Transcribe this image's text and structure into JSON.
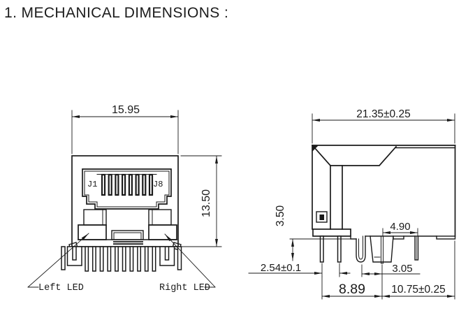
{
  "title": "1. MECHANICAL DIMENSIONS :",
  "front_view": {
    "width_dim": "15.95",
    "height_dim": "13.50",
    "pin1_label": "J1",
    "pin8_label": "J8",
    "left_led_label": "Left LED",
    "right_led_label": "Right LED"
  },
  "side_view": {
    "overall_depth_dim": "21.35±0.25",
    "standoff_dim": "3.50",
    "peg_width_dim": "4.90",
    "pin_pitch_dim": "2.54±0.1",
    "peg_offset_dim": "3.05",
    "row_span_dim": "8.89",
    "peg_to_rear_dim": "10.75±0.25"
  },
  "colors": {
    "line": "#1a1a1a",
    "background": "#ffffff"
  }
}
